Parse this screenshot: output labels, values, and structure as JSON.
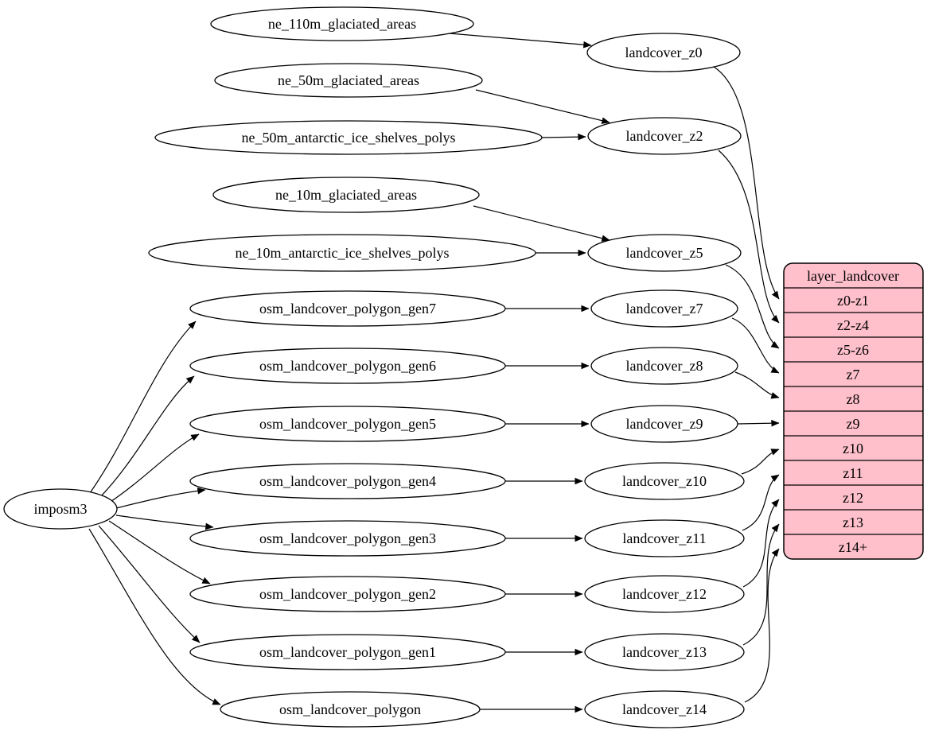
{
  "diagram": {
    "kind": "dependency-graph",
    "colors": {
      "background": "#ffffff",
      "node_fill": "#ffffff",
      "node_stroke": "#000000",
      "edge_color": "#000000",
      "table_fill": "#ffc0cb",
      "text_color": "#000000"
    },
    "nodes": {
      "imposm3": "imposm3",
      "ne_110m_glaciated_areas": "ne_110m_glaciated_areas",
      "ne_50m_glaciated_areas": "ne_50m_glaciated_areas",
      "ne_50m_antarctic_ice_shelves_polys": "ne_50m_antarctic_ice_shelves_polys",
      "ne_10m_glaciated_areas": "ne_10m_glaciated_areas",
      "ne_10m_antarctic_ice_shelves_polys": "ne_10m_antarctic_ice_shelves_polys",
      "osm_landcover_polygon_gen7": "osm_landcover_polygon_gen7",
      "osm_landcover_polygon_gen6": "osm_landcover_polygon_gen6",
      "osm_landcover_polygon_gen5": "osm_landcover_polygon_gen5",
      "osm_landcover_polygon_gen4": "osm_landcover_polygon_gen4",
      "osm_landcover_polygon_gen3": "osm_landcover_polygon_gen3",
      "osm_landcover_polygon_gen2": "osm_landcover_polygon_gen2",
      "osm_landcover_polygon_gen1": "osm_landcover_polygon_gen1",
      "osm_landcover_polygon": "osm_landcover_polygon",
      "landcover_z0": "landcover_z0",
      "landcover_z2": "landcover_z2",
      "landcover_z5": "landcover_z5",
      "landcover_z7": "landcover_z7",
      "landcover_z8": "landcover_z8",
      "landcover_z9": "landcover_z9",
      "landcover_z10": "landcover_z10",
      "landcover_z11": "landcover_z11",
      "landcover_z12": "landcover_z12",
      "landcover_z13": "landcover_z13",
      "landcover_z14": "landcover_z14"
    },
    "table": {
      "title": "layer_landcover",
      "rows": [
        "z0-z1",
        "z2-z4",
        "z5-z6",
        "z7",
        "z8",
        "z9",
        "z10",
        "z11",
        "z12",
        "z13",
        "z14+"
      ]
    },
    "edges": [
      {
        "from": "imposm3",
        "to": "osm_landcover_polygon_gen7"
      },
      {
        "from": "imposm3",
        "to": "osm_landcover_polygon_gen6"
      },
      {
        "from": "imposm3",
        "to": "osm_landcover_polygon_gen5"
      },
      {
        "from": "imposm3",
        "to": "osm_landcover_polygon_gen4"
      },
      {
        "from": "imposm3",
        "to": "osm_landcover_polygon_gen3"
      },
      {
        "from": "imposm3",
        "to": "osm_landcover_polygon_gen2"
      },
      {
        "from": "imposm3",
        "to": "osm_landcover_polygon_gen1"
      },
      {
        "from": "imposm3",
        "to": "osm_landcover_polygon"
      },
      {
        "from": "ne_110m_glaciated_areas",
        "to": "landcover_z0"
      },
      {
        "from": "ne_50m_glaciated_areas",
        "to": "landcover_z2"
      },
      {
        "from": "ne_50m_antarctic_ice_shelves_polys",
        "to": "landcover_z2"
      },
      {
        "from": "ne_10m_glaciated_areas",
        "to": "landcover_z5"
      },
      {
        "from": "ne_10m_antarctic_ice_shelves_polys",
        "to": "landcover_z5"
      },
      {
        "from": "osm_landcover_polygon_gen7",
        "to": "landcover_z7"
      },
      {
        "from": "osm_landcover_polygon_gen6",
        "to": "landcover_z8"
      },
      {
        "from": "osm_landcover_polygon_gen5",
        "to": "landcover_z9"
      },
      {
        "from": "osm_landcover_polygon_gen4",
        "to": "landcover_z10"
      },
      {
        "from": "osm_landcover_polygon_gen3",
        "to": "landcover_z11"
      },
      {
        "from": "osm_landcover_polygon_gen2",
        "to": "landcover_z12"
      },
      {
        "from": "osm_landcover_polygon_gen1",
        "to": "landcover_z13"
      },
      {
        "from": "osm_landcover_polygon",
        "to": "landcover_z14"
      },
      {
        "from": "landcover_z0",
        "to": "layer_landcover.z0-z1"
      },
      {
        "from": "landcover_z2",
        "to": "layer_landcover.z2-z4"
      },
      {
        "from": "landcover_z5",
        "to": "layer_landcover.z5-z6"
      },
      {
        "from": "landcover_z7",
        "to": "layer_landcover.z7"
      },
      {
        "from": "landcover_z8",
        "to": "layer_landcover.z8"
      },
      {
        "from": "landcover_z9",
        "to": "layer_landcover.z9"
      },
      {
        "from": "landcover_z10",
        "to": "layer_landcover.z10"
      },
      {
        "from": "landcover_z11",
        "to": "layer_landcover.z11"
      },
      {
        "from": "landcover_z12",
        "to": "layer_landcover.z12"
      },
      {
        "from": "landcover_z13",
        "to": "layer_landcover.z13"
      },
      {
        "from": "landcover_z14",
        "to": "layer_landcover.z14+"
      }
    ]
  }
}
